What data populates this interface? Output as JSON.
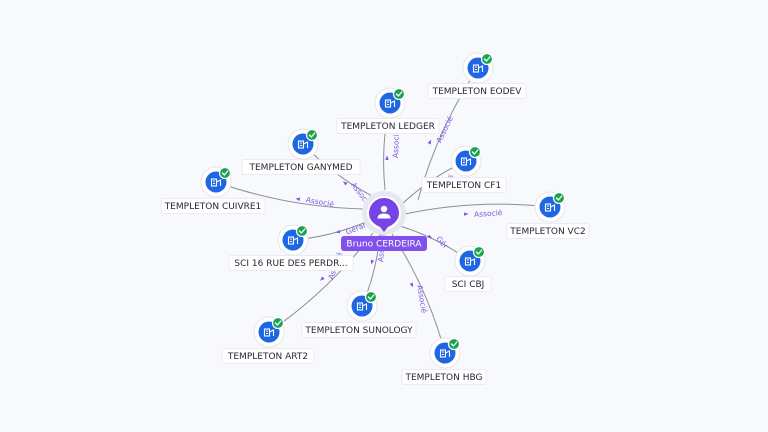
{
  "person": {
    "name": "Bruno CERDEIRA",
    "icon": "person-icon",
    "color": "#7444e6"
  },
  "colors": {
    "company_node": "#1f66e5",
    "active_badge": "#1aa251",
    "relation_label": "#7c5ce0"
  },
  "companies": [
    {
      "id": "templeton-eodev",
      "name": "TEMPLETON EODEV",
      "relation": "Associé",
      "icon": "building-icon",
      "status_icon": "check-icon"
    },
    {
      "id": "templeton-ledger",
      "name": "TEMPLETON LEDGER",
      "relation": "Associé",
      "icon": "building-icon",
      "status_icon": "check-icon"
    },
    {
      "id": "templeton-ganymed",
      "name": "TEMPLETON GANYMED",
      "relation": "Associé",
      "icon": "building-icon",
      "status_icon": "check-icon"
    },
    {
      "id": "templeton-cuivre1",
      "name": "TEMPLETON CUIVRE1",
      "relation": "Associé",
      "icon": "building-icon",
      "status_icon": "check-icon"
    },
    {
      "id": "templeton-cf1",
      "name": "TEMPLETON CF1",
      "relation": "Ass",
      "icon": "building-icon",
      "status_icon": "check-icon"
    },
    {
      "id": "templeton-vc2",
      "name": "TEMPLETON VC2",
      "relation": "Associé",
      "icon": "building-icon",
      "status_icon": "check-icon"
    },
    {
      "id": "sci-16-rue",
      "name": "SCI 16 RUE DES PERDR...",
      "relation": "Gérant",
      "icon": "building-icon",
      "status_icon": "check-icon"
    },
    {
      "id": "sci-cbj",
      "name": "SCI CBJ",
      "relation": "Gér",
      "icon": "building-icon",
      "status_icon": "check-icon"
    },
    {
      "id": "templeton-sunology",
      "name": "TEMPLETON SUNOLOGY",
      "relation": "Associé",
      "icon": "building-icon",
      "status_icon": "check-icon"
    },
    {
      "id": "templeton-art2",
      "name": "TEMPLETON ART2",
      "relation": "Associé",
      "icon": "building-icon",
      "status_icon": "check-icon"
    },
    {
      "id": "templeton-hbg",
      "name": "TEMPLETON HBG",
      "relation": "Associé",
      "icon": "building-icon",
      "status_icon": "check-icon"
    }
  ]
}
